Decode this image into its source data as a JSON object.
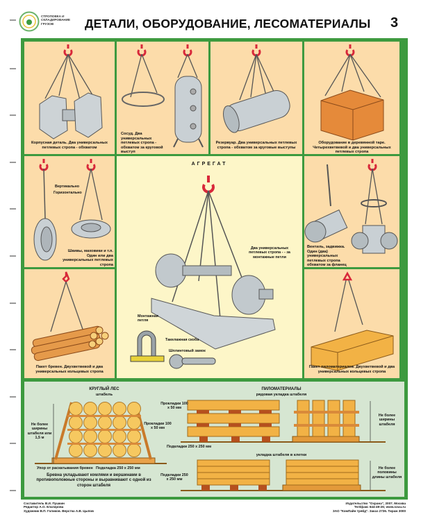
{
  "header": {
    "logo_text": "СТРОПОВКА И СКЛАДИРОВАНИЕ ГРУЗОВ",
    "title": "ДЕТАЛИ, ОБОРУДОВАНИЕ, ЛЕСОМАТЕРИАЛЫ",
    "sheet_number": "3"
  },
  "cells": {
    "body_part": {
      "caption_bold": "Корпусная деталь.",
      "caption": "Два универсальных петлевых стропа - обхватом"
    },
    "vessel": {
      "caption_bold": "Сосуд.",
      "caption": "Два универсальных петлевых стропа - обхватом за круговой выступ"
    },
    "tank": {
      "caption_bold": "Резервуар.",
      "caption": "Два универсальных петлевых стропа - обхватом за круговые выступы"
    },
    "crate": {
      "caption_bold": "Оборудование в деревянной таре.",
      "caption": "Четырехветвевой и два универсальных петлевых стропа"
    },
    "pulleys": {
      "label_vertical": "Вертикально",
      "label_horizontal": "Горизонтально",
      "caption_bold": "Шкивы, маховики и т.п.",
      "caption": "Один или два универсальных петлевых стропа"
    },
    "unit": {
      "title": "АГРЕГАТ",
      "label_slings": "Два универсальных петлевых стропа - - за монтажные петли",
      "label_loop": "Монтажная петля",
      "label_shackle": "Такелажная скоба",
      "label_lock": "Шплинтовый замок"
    },
    "valve": {
      "caption_bold": "Вентиль, задвижка.",
      "caption": "Один (два) универсальных петлевых стропа обхватом за фланец"
    },
    "logs": {
      "caption_bold": "Пакет бревен.",
      "caption": "Двухветвевой и два универсальных кольцевых стропа"
    },
    "lumber": {
      "caption_bold": "Пакет пиломатериалов.",
      "caption": "Двухветвевой и два универсальных кольцевых стропа"
    }
  },
  "bottom": {
    "round_wood": {
      "title": "КРУГЛЫЙ ЛЕС",
      "subtitle": "штабель",
      "height_label": "Не более ширины штабеля или 1,5 м",
      "spacer_label": "Прокладки 100 х 50 мм",
      "stop_label": "Упор от раскатывания бревен",
      "base_label": "Подкладка 250 х 250 мм",
      "note": "Бревна укладывают комлями и вершинами в противоположные стороны и выравнивают с одной из сторон штабеля"
    },
    "sawn_wood": {
      "title": "ПИЛОМАТЕРИАЛЫ",
      "row_title": "рядовая укладка штабеля",
      "cage_title": "укладка штабеля в клетки",
      "spacer_label": "Прокладки 100 х 50 мм",
      "base_label": "Подкладки 250 х 250 мм",
      "base_label_2": "Подкладки 250 х 250 мм",
      "height_label": "Не более ширины штабеля",
      "height_label_2": "Не более половины длины штабеля"
    }
  },
  "footer": {
    "left": [
      "Составитель В.И. Пушкин",
      "Редактор А.О. Елагирова",
      "Художник В.П. Голиков. Верстка А.В. Цыпов"
    ],
    "right": [
      "Издательство \"Охрана\", 2007. Москва",
      "Тел/факс 644-49-26; www.ozuu.ru",
      "ЗАО \"КомПайн трейд\". Заказ 2736. Тираж 3000"
    ]
  },
  "colors": {
    "frame": "#3d9a3f",
    "cell": "#fcdcaa",
    "center": "#fdf6c8",
    "bottom": "#d6e6d2",
    "hook": "#d8283a",
    "wood": "#f2b245"
  }
}
